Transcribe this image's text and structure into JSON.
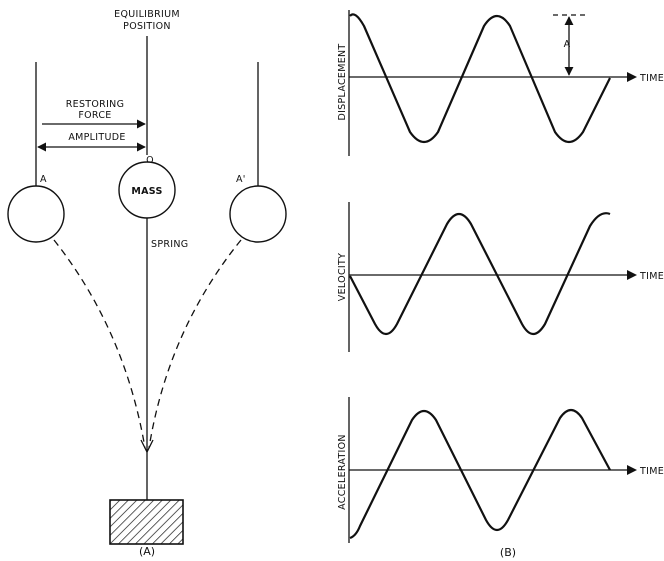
{
  "panel_a": {
    "equilibrium_line1": "EQUILIBRIUM",
    "equilibrium_line2": "POSITION",
    "restoring_line1": "RESTORING",
    "restoring_line2": "FORCE",
    "amplitude": "AMPLITUDE",
    "zero": "O",
    "mass": "MASS",
    "left_label": "A",
    "right_label": "A'",
    "spring": "SPRING",
    "caption": "(A)"
  },
  "panel_b": {
    "caption": "(B)",
    "amplitude_marker": "A",
    "graphs": [
      {
        "ylabel": "DISPLACEMENT",
        "xlabel": "TIME"
      },
      {
        "ylabel": "VELOCITY",
        "xlabel": "TIME"
      },
      {
        "ylabel": "ACCELERATION",
        "xlabel": "TIME"
      }
    ]
  }
}
